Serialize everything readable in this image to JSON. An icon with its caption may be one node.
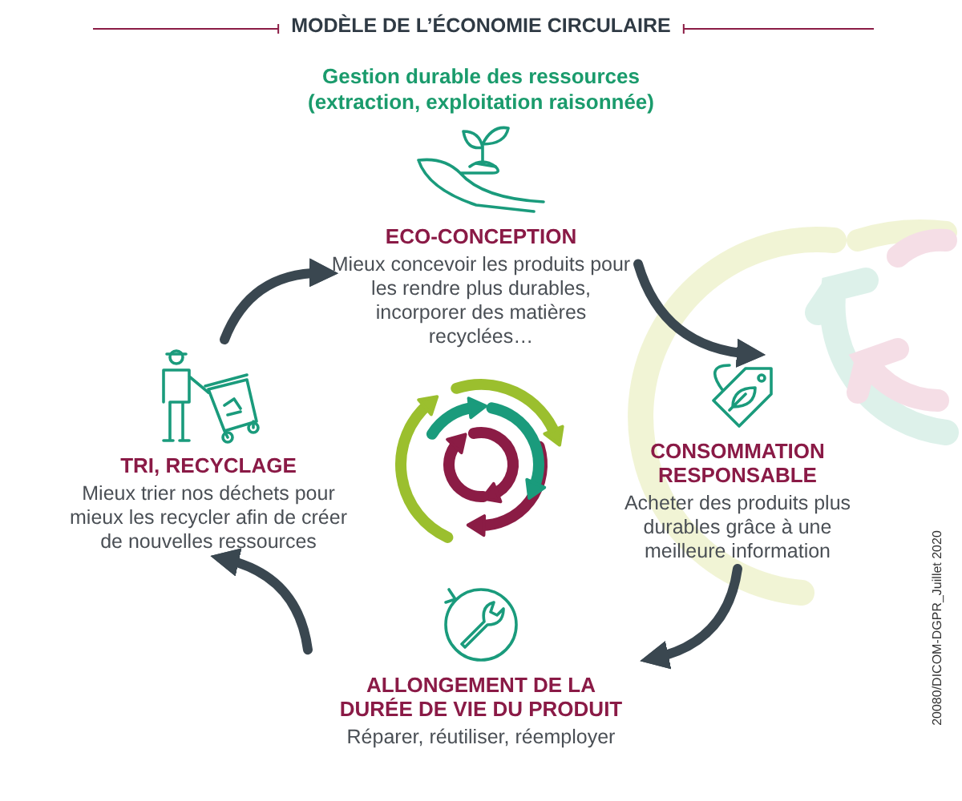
{
  "diagram": {
    "title": "MODÈLE DE L’ÉCONOMIE CIRCULAIRE",
    "nodes": [
      {
        "text": [
          "ECO-CONCEPTION",
          "Mieux concevoir les produits pour les rendre plus durables, incorporer des matières recyclées…"
        ]
      },
      {
        "text": [
          "CONSOMMATION RESPONSABLE",
          "Acheter des produits plus durables grâce à une meilleure information"
        ]
      },
      {
        "text": [
          "ALLONGEMENT DE LA DURÉE DE VIE DU PRODUIT",
          "Réparer, réutiliser, réemployer"
        ]
      },
      {
        "text": [
          "TRI, RECYCLAGE",
          "Mieux trier nos déchets pour mieux les recycler afin de créer de nouvelles ressources"
        ]
      }
    ],
    "edges": [
      {
        "from": 0,
        "to": 1,
        "arrow": "to"
      },
      {
        "from": 1,
        "to": 2,
        "arrow": "to"
      },
      {
        "from": 2,
        "to": 3,
        "arrow": "to"
      },
      {
        "from": 3,
        "to": 0,
        "arrow": "to"
      }
    ],
    "labels": [
      "Gestion durable des ressources (extraction, exploitation raisonnée)",
      "20080/DICOM-DGPR_Juillet 2020"
    ]
  }
}
